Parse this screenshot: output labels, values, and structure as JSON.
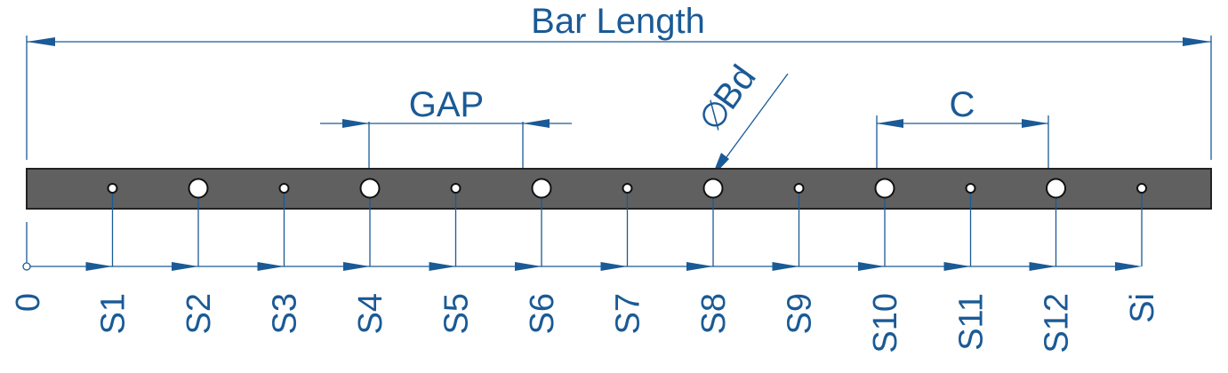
{
  "title": "Bar Length",
  "gap_label": "GAP",
  "c_label": "C",
  "diameter_label": "Bd",
  "diameter_symbol": "∅",
  "origin_label": "0",
  "stations": [
    {
      "label": "S1",
      "hole": "small"
    },
    {
      "label": "S2",
      "hole": "large"
    },
    {
      "label": "S3",
      "hole": "small"
    },
    {
      "label": "S4",
      "hole": "large"
    },
    {
      "label": "S5",
      "hole": "small"
    },
    {
      "label": "S6",
      "hole": "large"
    },
    {
      "label": "S7",
      "hole": "small"
    },
    {
      "label": "S8",
      "hole": "large"
    },
    {
      "label": "S9",
      "hole": "small"
    },
    {
      "label": "S10",
      "hole": "large"
    },
    {
      "label": "S11",
      "hole": "small"
    },
    {
      "label": "S12",
      "hole": "large"
    },
    {
      "label": "Si",
      "hole": "small"
    }
  ],
  "colors": {
    "dimension": "#1a5a96",
    "bar_fill": "#606060",
    "bar_stroke": "#222222",
    "hole_fill": "#ffffff"
  }
}
